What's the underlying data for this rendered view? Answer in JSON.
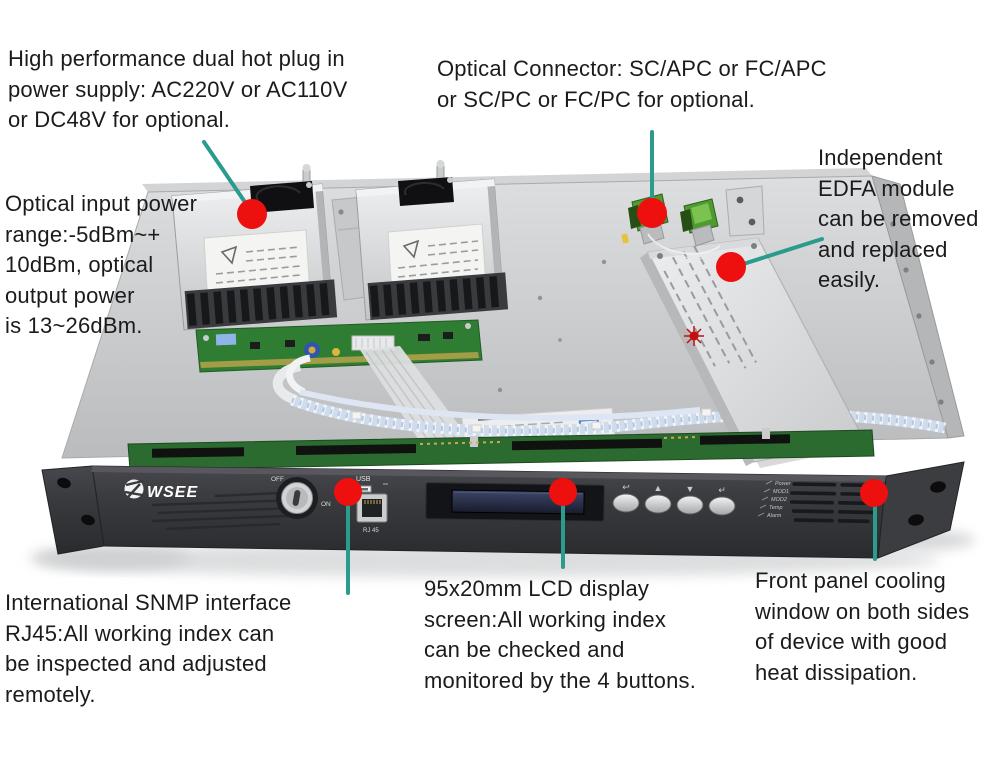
{
  "colors": {
    "background": "#ffffff",
    "callout_line": "#2a9b8c",
    "callout_dot": "#ee0f0f",
    "annotation_text": "#1b1b1b",
    "front_panel": "#3c3d41",
    "chassis_metal": "#c9cbcd",
    "pcb_green": "#2f7c33",
    "connector_green": "#4f9a31",
    "lcd_screen": "#2b3150"
  },
  "annotations": {
    "power_supply": {
      "lines": [
        "High performance dual hot plug in",
        "power supply: AC220V or AC110V",
        "or DC48V for optional."
      ]
    },
    "optical_connector": {
      "lines": [
        "Optical Connector: SC/APC or FC/APC",
        "or SC/PC or FC/PC for optional."
      ]
    },
    "edfa_module": {
      "lines": [
        "Independent",
        "EDFA module",
        "can be removed",
        "and replaced",
        "easily."
      ]
    },
    "optical_power": {
      "lines": [
        "Optical input power",
        "range:-5dBm~+",
        "10dBm, optical",
        "output power",
        "is 13~26dBm."
      ]
    },
    "snmp": {
      "lines": [
        "International SNMP interface",
        "RJ45:All working index can",
        "be inspected and adjusted",
        "remotely."
      ]
    },
    "lcd": {
      "lines": [
        "95x20mm LCD display",
        "screen:All working index",
        "can be checked and",
        "monitored by the 4 buttons."
      ]
    },
    "cooling": {
      "lines": [
        "Front panel cooling",
        "window on both sides",
        "of device with good",
        "heat dissipation."
      ]
    }
  },
  "device": {
    "brand": "WSEE",
    "key_switch_off": "OFF",
    "key_switch_on": "ON",
    "usb_label": "USB",
    "rj45_label": "RJ 45",
    "buttons": [
      "↩",
      "▲",
      "▼",
      "↵"
    ],
    "leds": [
      "Power",
      "MOD1",
      "MOD2",
      "Temp",
      "Alarm"
    ]
  }
}
